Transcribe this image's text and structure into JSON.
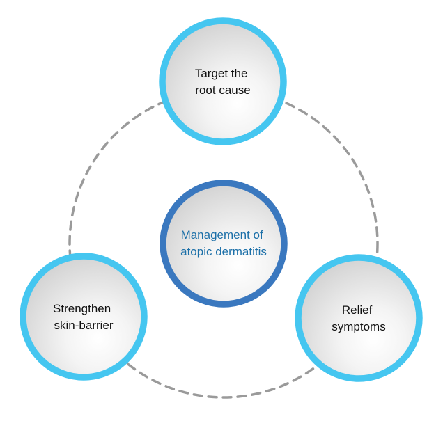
{
  "diagram": {
    "title": "Management of atopic dermatitis",
    "colors": {
      "outer_ring": "#45C6F0",
      "center_ring": "#3A78BF",
      "center_text": "#1B6FA8",
      "node_text": "#111111",
      "dashed_cycle": "#9A9A9A",
      "fill_light": "#FFFFFF",
      "fill_dark": "#CFCFCF"
    },
    "center": {
      "lines": [
        "Management of",
        "atopic dermatitis"
      ]
    },
    "nodes": [
      {
        "id": "target-root-cause",
        "lines": [
          "Target the",
          "root cause"
        ]
      },
      {
        "id": "strengthen-skin-barrier",
        "lines": [
          "Strengthen",
          "skin-barrier"
        ]
      },
      {
        "id": "relief-symptoms",
        "lines": [
          "Relief",
          "symptoms"
        ]
      }
    ]
  }
}
